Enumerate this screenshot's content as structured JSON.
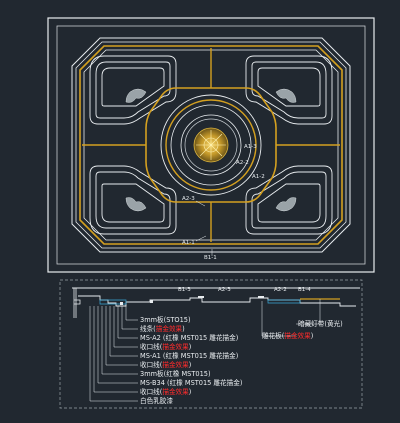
{
  "plan": {
    "labels": {
      "a1_3": "A1-3",
      "a2_2": "A2-2",
      "a1_2": "A1-2",
      "a1_1": "A1-1",
      "a2_3": "A2-3",
      "b1_1": "B1-1"
    }
  },
  "section": {
    "top_labels": {
      "b1_3": "B1-3",
      "a2_3": "A2-3",
      "a2_2": "A2-2",
      "b1_4": "B1-4"
    },
    "callouts_left": [
      {
        "text": "3mm板(STO15)",
        "note": ""
      },
      {
        "text": "线条(",
        "note": "描金效果",
        "close": ")"
      },
      {
        "text": "MS-A2 (红橡 MST015 雕花描金)",
        "note": ""
      },
      {
        "text": "收口线(",
        "note": "描金效果",
        "close": ")"
      },
      {
        "text": "MS-A1 (红橡 MST015 雕花描金)",
        "note": ""
      },
      {
        "text": "收口线(",
        "note": "描金效果",
        "close": ")"
      },
      {
        "text": "3mm板(红橡 MST015)",
        "note": ""
      },
      {
        "text": "MS-B34 (红橡 MST015 雕花描金)",
        "note": ""
      },
      {
        "text": "收口线(",
        "note": "描金效果",
        "close": ")"
      },
      {
        "text": "白色乳胶漆",
        "note": ""
      }
    ],
    "callouts_right": {
      "strip_text": "暗藏灯带(黄光)",
      "panel_text": "雕花板(",
      "panel_note": "描金效果",
      "panel_close": ")"
    }
  },
  "colors": {
    "background": "#212830",
    "line_white": "#e8ecef",
    "line_gold": "#d4a020",
    "text_red": "#ff2b2b",
    "line_cyan": "#39a8d8"
  }
}
